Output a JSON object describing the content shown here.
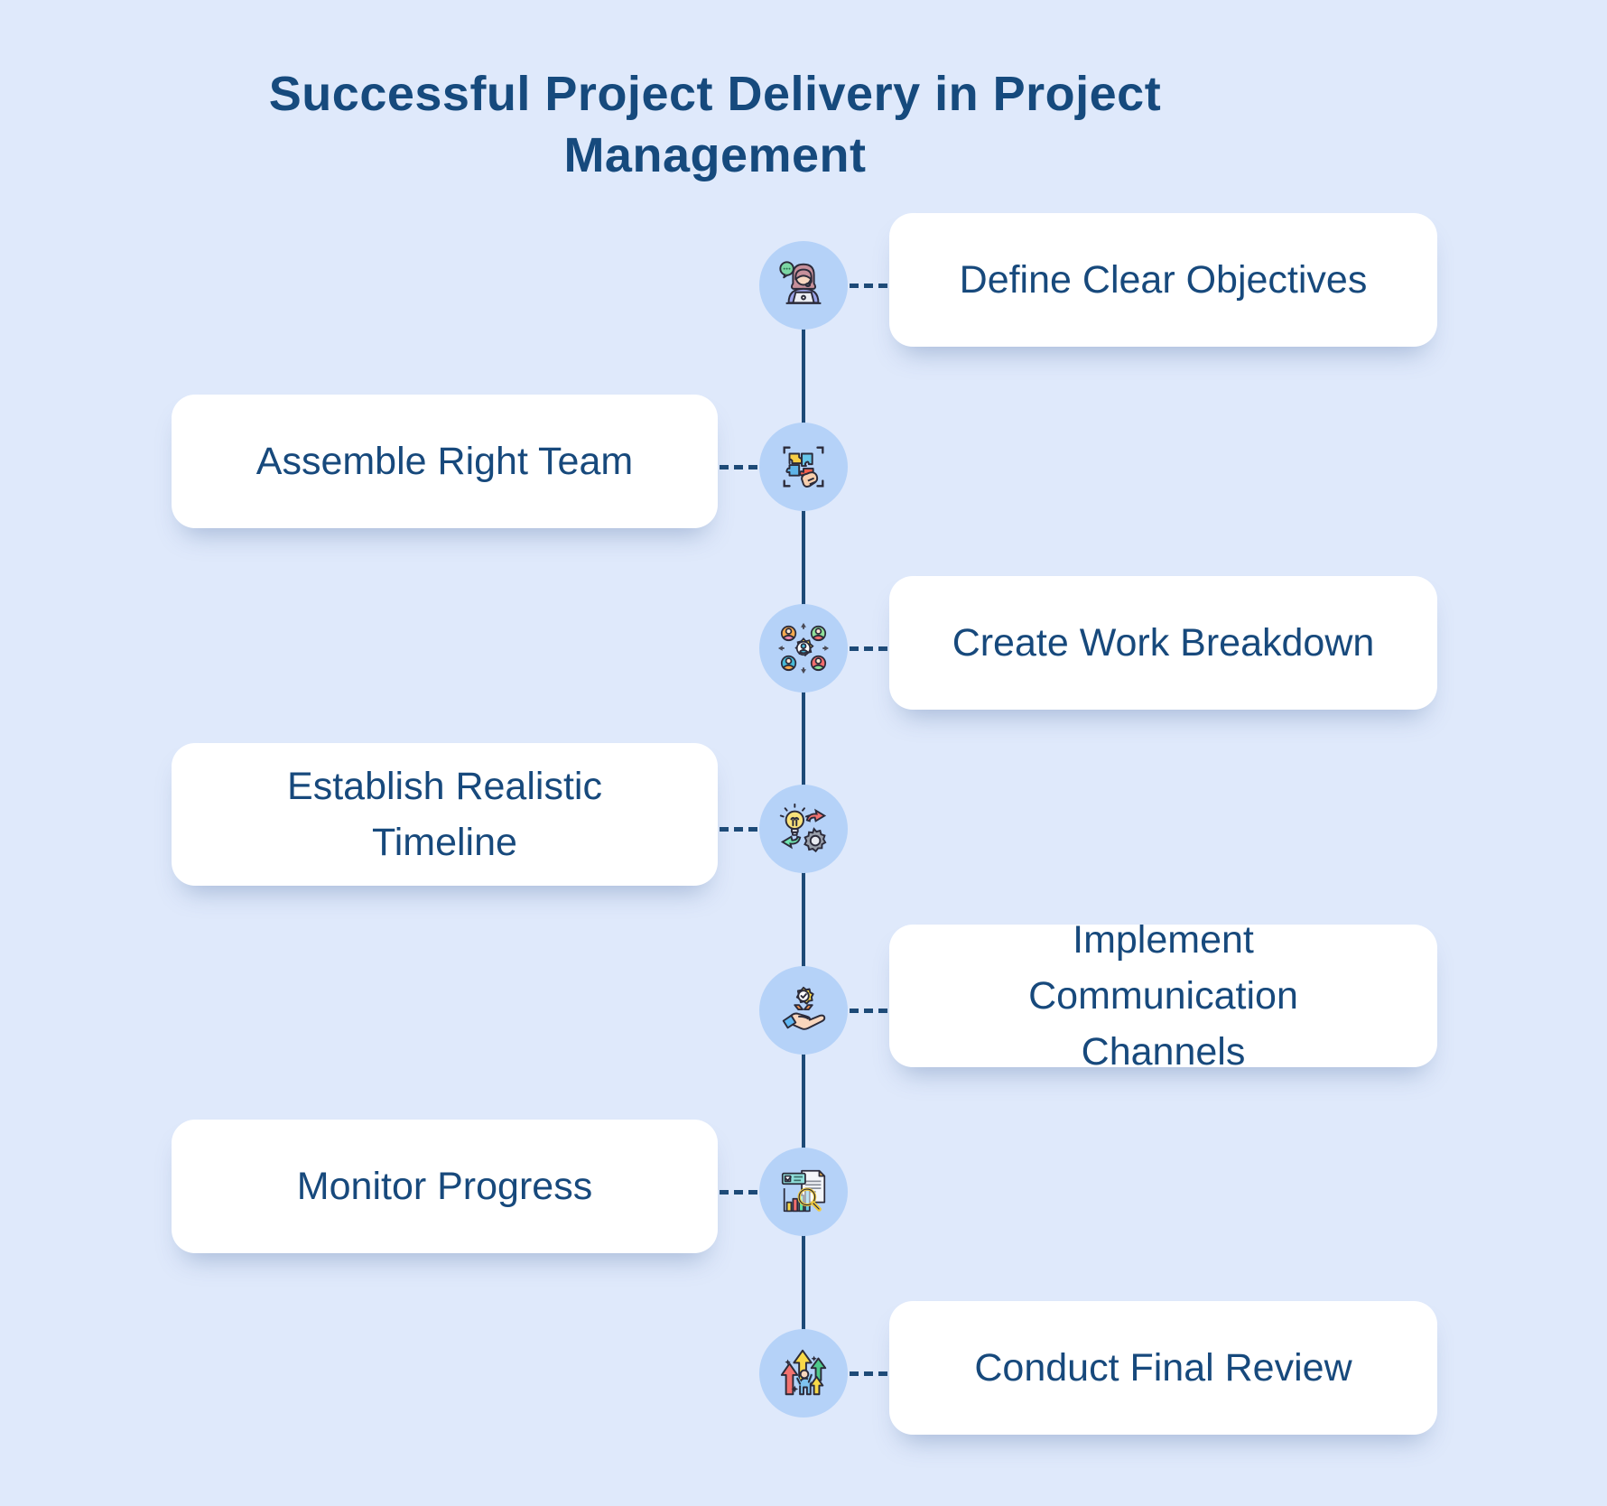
{
  "title": "Successful Project Delivery in Project Management",
  "steps": [
    {
      "label": "Define Clear Objectives",
      "side": "right",
      "icon": "support-agent-icon"
    },
    {
      "label": "Assemble Right Team",
      "side": "left",
      "icon": "puzzle-assembly-icon"
    },
    {
      "label": "Create Work Breakdown",
      "side": "right",
      "icon": "team-delegation-icon"
    },
    {
      "label": "Establish Realistic Timeline",
      "side": "left",
      "icon": "idea-to-process-icon"
    },
    {
      "label": "Implement Communication Channels",
      "side": "right",
      "icon": "hand-award-icon"
    },
    {
      "label": "Monitor Progress",
      "side": "left",
      "icon": "report-analysis-icon"
    },
    {
      "label": "Conduct Final Review",
      "side": "right",
      "icon": "growth-arrows-icon"
    }
  ],
  "colors": {
    "background": "#dfe9fb",
    "icon_circle": "#b5d2f8",
    "timeline": "#1d4a77",
    "title_text": "#164a7d",
    "label_text": "#17497c",
    "card_background": "#ffffff"
  }
}
